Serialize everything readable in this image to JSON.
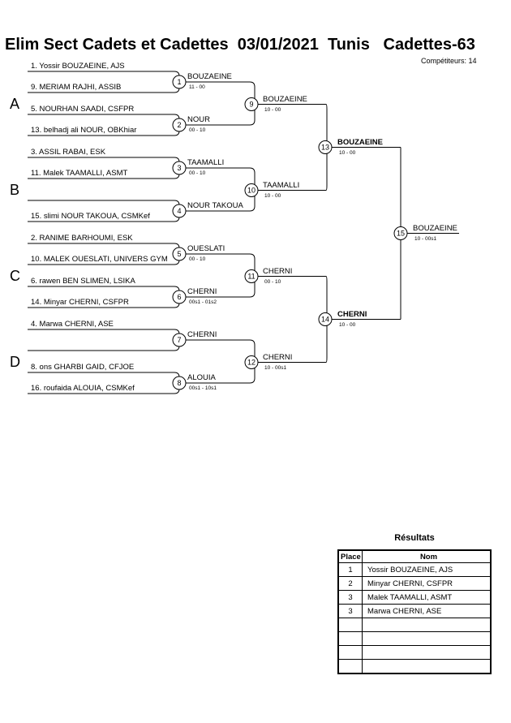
{
  "header": {
    "title": "Elim Sect Cadets et Cadettes  03/01/2021  Tunis   Cadettes-63",
    "competitors": "Compétiteurs: 14"
  },
  "pools": [
    "A",
    "B",
    "C",
    "D"
  ],
  "entrants": [
    "1. Yossir BOUZAEINE, AJS",
    "9. MERIAM RAJHI, ASSIB",
    "5. NOURHAN SAADI, CSFPR",
    "13. belhadj ali NOUR, OBKhiar",
    "3. ASSIL RABAI, ESK",
    "11. Malek TAAMALLI, ASMT",
    "",
    "15. slimi NOUR TAKOUA, CSMKef",
    "2. RANIME BARHOUMI, ESK",
    "10. MALEK OUESLATI, UNIVERS GYM",
    "6. rawen BEN SLIMEN, LSIKA",
    "14. Minyar CHERNI, CSFPR",
    "4. Marwa CHERNI, ASE",
    "",
    "8. ons GHARBI GAID, CFJOE",
    "16. roufaida ALOUIA, CSMKef"
  ],
  "matches": [
    {
      "num": "1",
      "winner": "BOUZAEINE",
      "score": "11 - 00"
    },
    {
      "num": "2",
      "winner": "NOUR",
      "score": "00 - 10"
    },
    {
      "num": "3",
      "winner": "TAAMALLI",
      "score": "00 - 10"
    },
    {
      "num": "4",
      "winner": "NOUR TAKOUA",
      "score": ""
    },
    {
      "num": "5",
      "winner": "OUESLATI",
      "score": "00 - 10"
    },
    {
      "num": "6",
      "winner": "CHERNI",
      "score": "00s1 - 01s2"
    },
    {
      "num": "7",
      "winner": "CHERNI",
      "score": ""
    },
    {
      "num": "8",
      "winner": "ALOUIA",
      "score": "00s1 - 10s1"
    },
    {
      "num": "9",
      "winner": "BOUZAEINE",
      "score": "10 - 00"
    },
    {
      "num": "10",
      "winner": "TAAMALLI",
      "score": "10 - 00"
    },
    {
      "num": "11",
      "winner": "CHERNI",
      "score": "00 - 10"
    },
    {
      "num": "12",
      "winner": "CHERNI",
      "score": "10 - 00s1"
    },
    {
      "num": "13",
      "winner": "BOUZAEINE",
      "score": "10 - 00"
    },
    {
      "num": "14",
      "winner": "CHERNI",
      "score": "10 - 00"
    },
    {
      "num": "15",
      "winner": "BOUZAEINE",
      "score": "10 - 00s1"
    }
  ],
  "results": {
    "title": "Résultats",
    "col_place": "Place",
    "col_name": "Nom",
    "rows": [
      {
        "place": "1",
        "name": "Yossir BOUZAEINE, AJS"
      },
      {
        "place": "2",
        "name": "Minyar CHERNI, CSFPR"
      },
      {
        "place": "3",
        "name": "Malek TAAMALLI, ASMT"
      },
      {
        "place": "3",
        "name": "Marwa CHERNI, ASE"
      },
      {
        "place": "",
        "name": ""
      },
      {
        "place": "",
        "name": ""
      },
      {
        "place": "",
        "name": ""
      },
      {
        "place": "",
        "name": ""
      }
    ]
  }
}
